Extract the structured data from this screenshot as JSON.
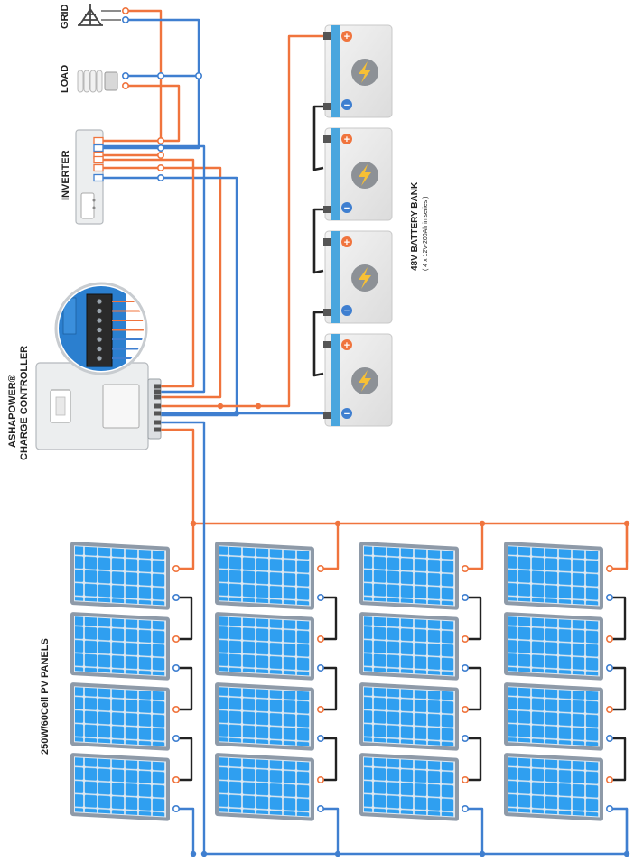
{
  "labels": {
    "grid": "GRID",
    "load": "LOAD",
    "inverter": "INVERTER",
    "controller_line1": "ASHAPOWER®",
    "controller_line2": "CHARGE CONTROLLER",
    "battery_title": "48V BATTERY BANK",
    "battery_sub": "( 4 x 12V-200Ah in series )",
    "pv_panels": "250W/60Cell PV PANELS"
  },
  "colors": {
    "positive": "#f0743d",
    "negative": "#3f7fd0",
    "series_link": "#222222",
    "panel_cell": "#2f9ff0",
    "panel_frame": "#8e9aa8",
    "battery_body": "#eeeeee",
    "battery_strip": "#4aa6de",
    "bolt_circle": "#8d9196",
    "bolt": "#f7c035",
    "device_body": "#eceeef",
    "controller_zoom_bg": "#2b7fcf"
  },
  "icons": {
    "grid": "power-tower-icon",
    "load": "cfl-bulb-icon",
    "battery_bolt": "lightning-bolt-icon",
    "positive_terminal": "plus-icon",
    "negative_terminal": "minus-icon"
  },
  "battery_bank": {
    "count": 4
  },
  "pv_array": {
    "strings": 4,
    "panels_per_string": 4
  },
  "inverter": {
    "terminals": [
      "+",
      "−",
      "+",
      "−",
      "+",
      "−"
    ]
  },
  "terminals": {
    "plus": "+",
    "minus": "−"
  }
}
